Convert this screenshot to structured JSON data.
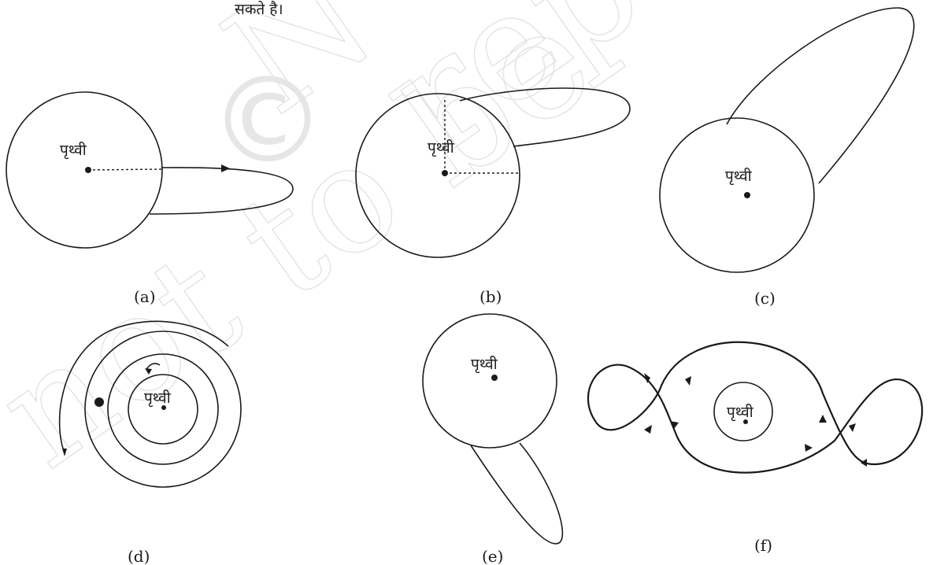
{
  "top_text": "सकते है।",
  "watermark": {
    "symbol": "©",
    "line1": "N",
    "line1b": "rep",
    "line2": "not to be"
  },
  "earth_label": "पृथ्वी",
  "panels": {
    "a": {
      "label": "(a)"
    },
    "b": {
      "label": "(b)"
    },
    "c": {
      "label": "(c)"
    },
    "d": {
      "label": "(d)"
    },
    "e": {
      "label": "(e)"
    },
    "f": {
      "label": "(f)"
    }
  }
}
